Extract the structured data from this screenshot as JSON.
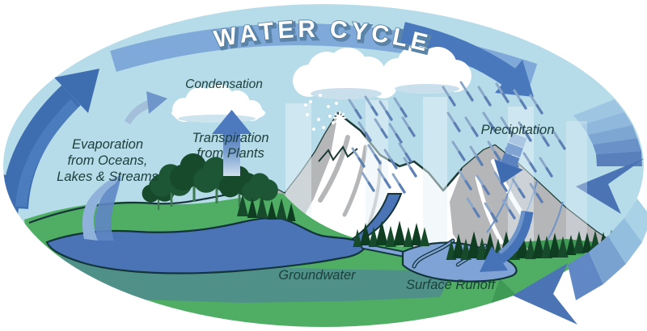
{
  "title": "WATER CYCLE",
  "labels": {
    "condensation": "Condensation",
    "transpiration": [
      "Transpiration",
      "from Plants"
    ],
    "evaporation": [
      "Evaporation",
      "from Oceans,",
      "Lakes & Streams"
    ],
    "precipitation": "Precipitation",
    "groundwater": "Groundwater",
    "surface_runoff": "Surface Runoff"
  },
  "palette": {
    "sky": "#b6dbe9",
    "ring_band_light": "#7fa9d8",
    "ring_band_dark": "#4a78bc",
    "big_arrow_blue": "#3f6eb0",
    "fan_light": "#a9d2e6",
    "fan_dark": "#5a80bc",
    "teal_ring": "#4f919c",
    "land_green": "#4fae63",
    "land_green_dark": "#3f9a55",
    "lake_blue": "#4a74b6",
    "lake_blue_light": "#7fa3d4",
    "groundwater_teal": "#4f8e8c",
    "mountain_snow": "#ffffff",
    "mountain_gray": "#b5b6b8",
    "outline_dark": "#16343a",
    "tree_green": "#1d5634",
    "tree_green_dark": "#174a2b",
    "rain_blue": "#8aa6c8",
    "rain_blue_dark": "#5d80b4",
    "label_color": "#1c3f39",
    "title_fill": "#ffffff",
    "title_outline": "#4c7a9c"
  }
}
